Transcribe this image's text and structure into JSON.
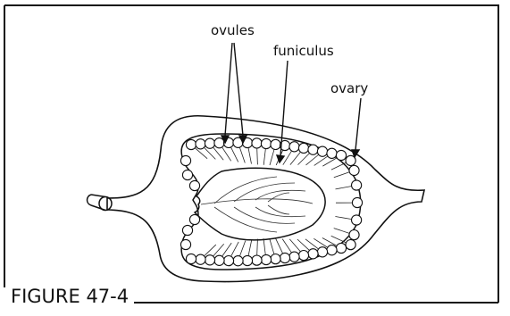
{
  "figure": {
    "caption": "FIGURE 47-4",
    "labels": {
      "ovules": "ovules",
      "funiculus": "funiculus",
      "ovary": "ovary"
    }
  }
}
